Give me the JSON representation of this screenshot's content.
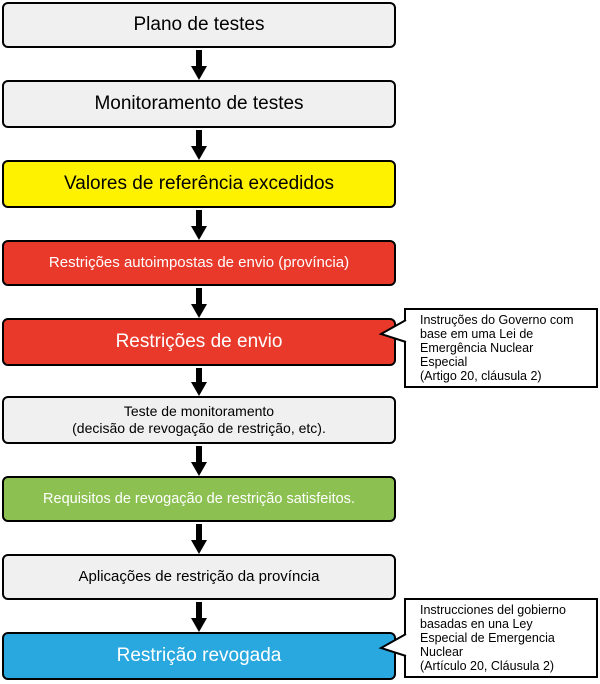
{
  "steps": [
    {
      "label": "Plano de testes",
      "color": "#f0f0f0",
      "text_color": "#000000"
    },
    {
      "label": "Monitoramento de testes",
      "color": "#f0f0f0",
      "text_color": "#000000"
    },
    {
      "label": "Valores de referência excedidos",
      "color": "#fff200",
      "text_color": "#000000"
    },
    {
      "label": "Restrições autoimpostas de envio (província)",
      "color": "#e8392b",
      "text_color": "#ffffff"
    },
    {
      "label": "Restrições de envio",
      "color": "#e8392b",
      "text_color": "#ffffff"
    },
    {
      "label_lines": [
        "Teste de monitoramento",
        "(decisão de revogação de restrição, etc)."
      ],
      "color": "#f0f0f0",
      "text_color": "#000000"
    },
    {
      "label": "Requisitos de revogação de restrição satisfeitos.",
      "color": "#8cc152",
      "text_color": "#ffffff"
    },
    {
      "label": "Aplicações de restrição da província",
      "color": "#f0f0f0",
      "text_color": "#000000"
    },
    {
      "label": "Restrição revogada",
      "color": "#29a8e0",
      "text_color": "#ffffff"
    }
  ],
  "notes": [
    {
      "lines": [
        "Instruções do Governo com",
        "base em uma Lei de",
        "Emergência Nuclear",
        "Especial",
        "(Artigo 20, cláusula 2)"
      ]
    },
    {
      "lines": [
        "Instrucciones del gobierno",
        "basadas en una Ley",
        "Especial de Emergencia",
        "Nuclear",
        "(Artículo 20, Cláusula 2)"
      ]
    }
  ]
}
